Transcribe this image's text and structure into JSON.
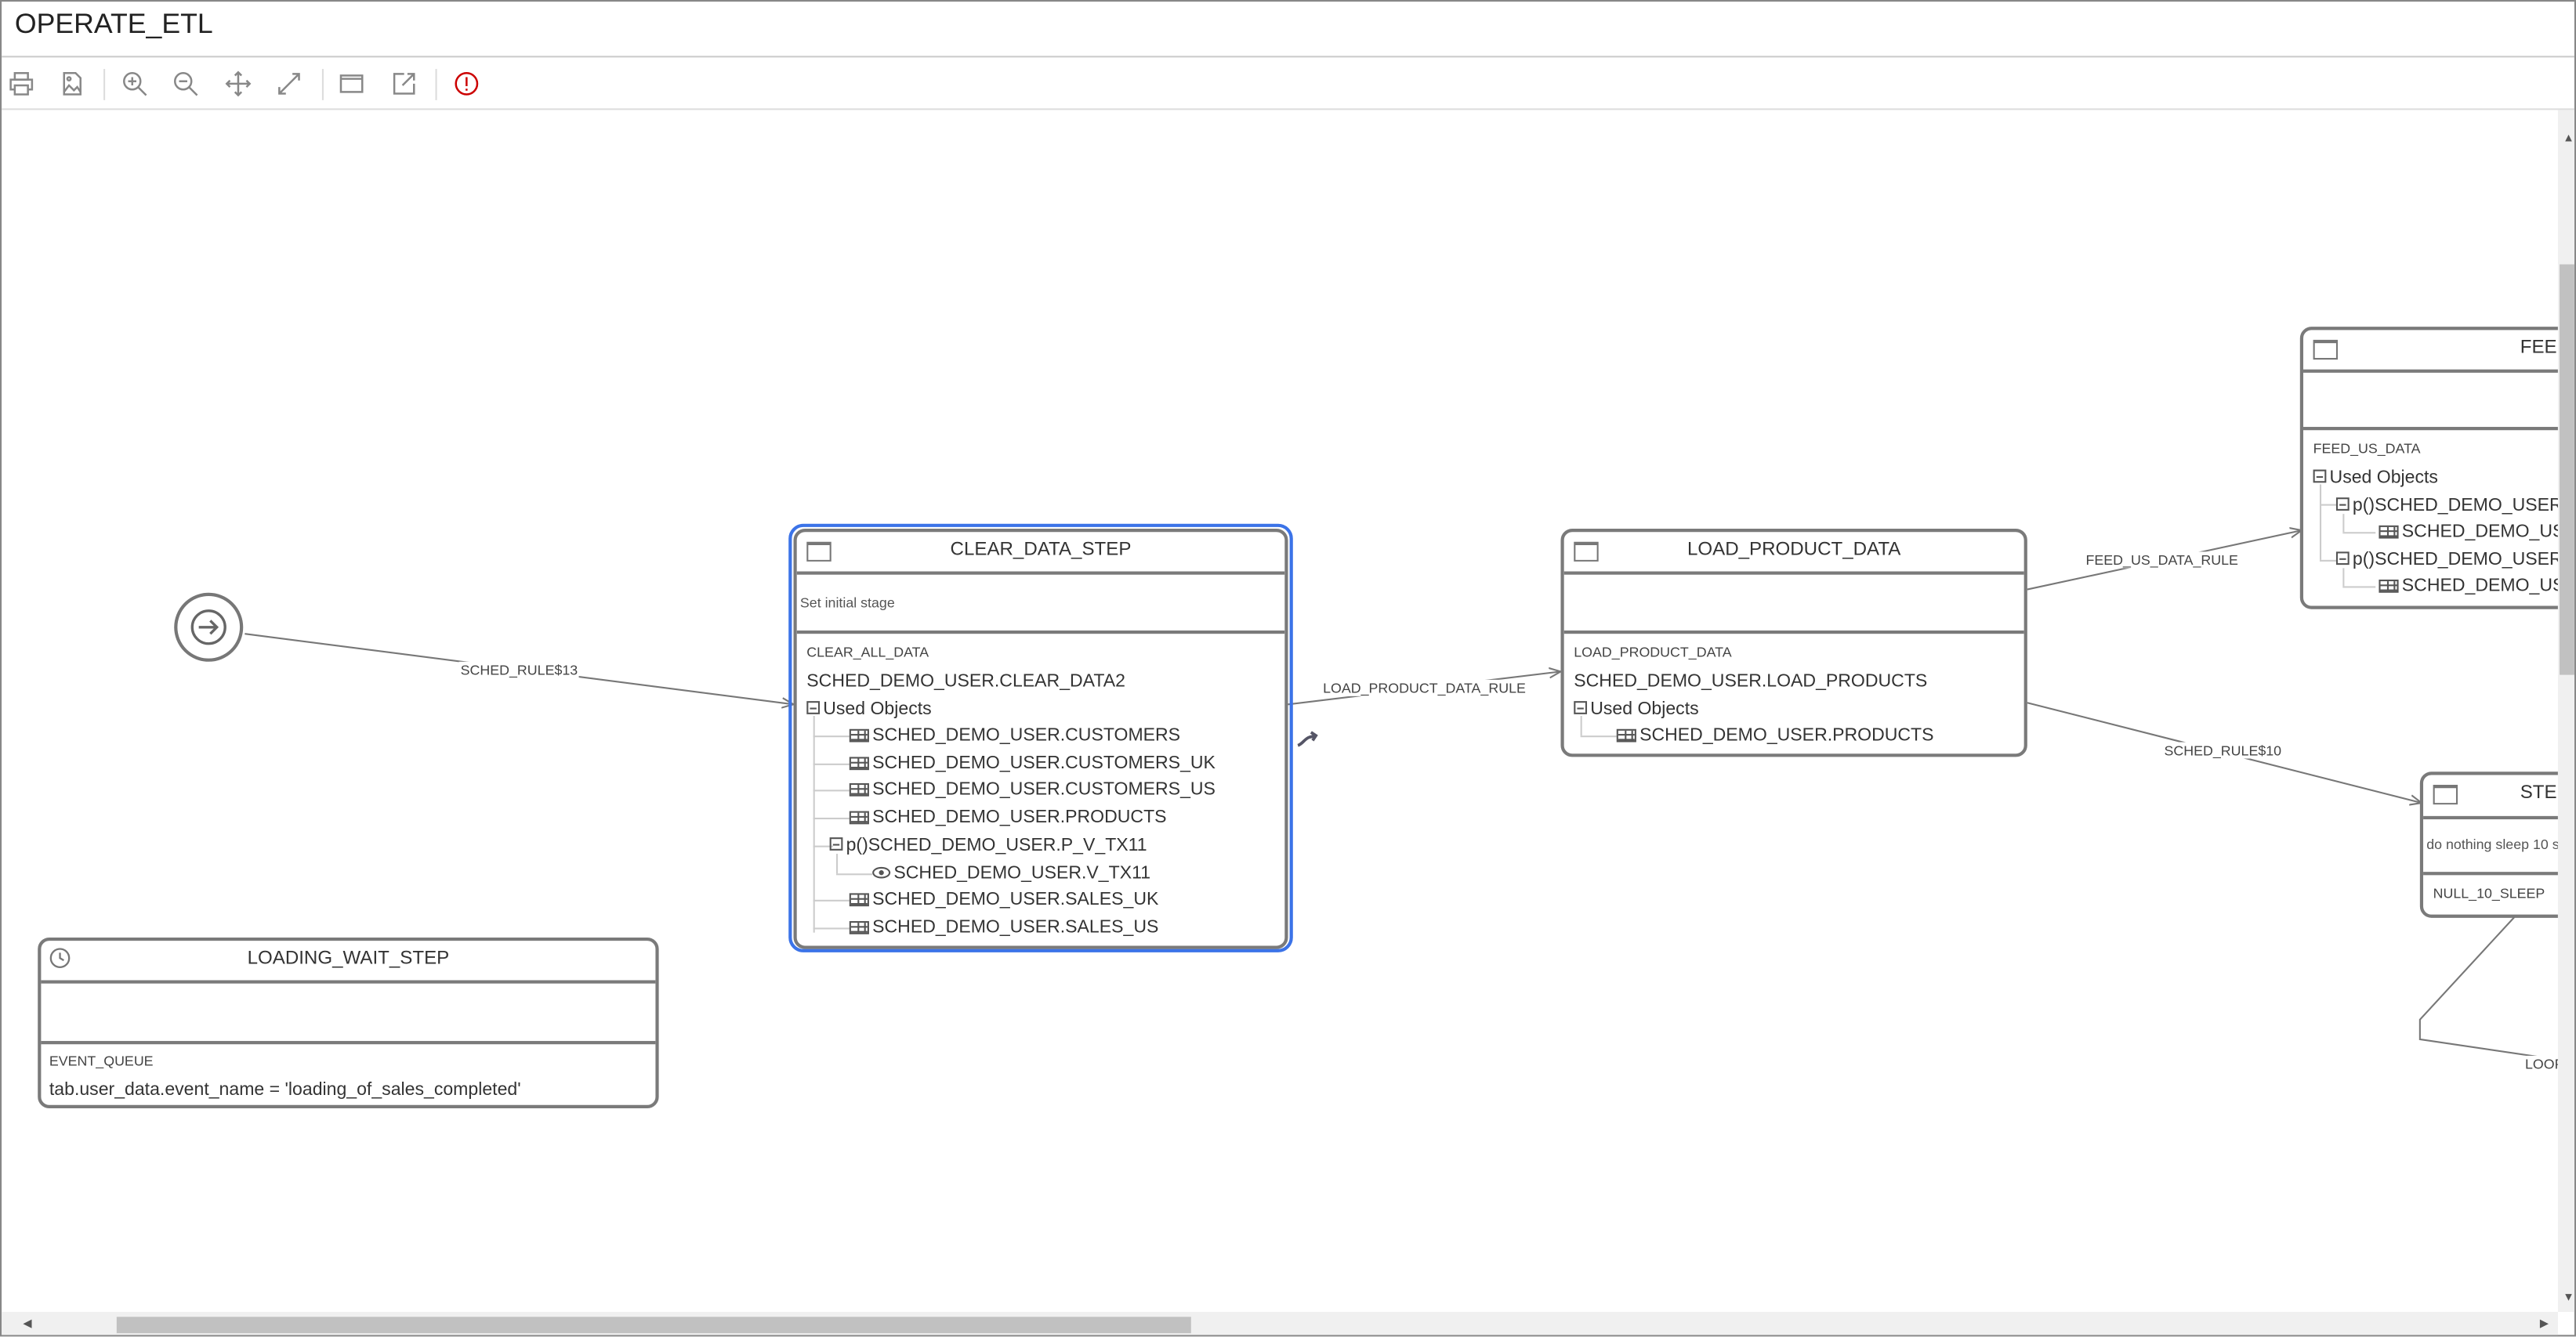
{
  "window": {
    "title": "OPERATE_ETL"
  },
  "toolbar": {
    "items": [
      {
        "icon": "print-icon"
      },
      {
        "icon": "export-image-icon"
      },
      {
        "icon": "zoom-in-icon"
      },
      {
        "icon": "zoom-out-icon"
      },
      {
        "icon": "pan-icon"
      },
      {
        "icon": "fit-icon"
      },
      {
        "icon": "window-icon"
      },
      {
        "icon": "open-external-icon"
      },
      {
        "icon": "alert-icon",
        "color": "#cc0000"
      }
    ]
  },
  "edges": {
    "start_to_clear": "SCHED_RULE$13",
    "clear_to_load": "LOAD_PRODUCT_DATA_RULE",
    "load_to_feed": "FEED_US_DATA_RULE",
    "load_to_step": "SCHED_RULE$10",
    "loop": "LOOP"
  },
  "nodes": {
    "clear": {
      "title": "CLEAR_DATA_STEP",
      "description": "Set initial stage",
      "program": "CLEAR_ALL_DATA",
      "procedure": "SCHED_DEMO_USER.CLEAR_DATA2",
      "used_label": "Used Objects",
      "objects": [
        "SCHED_DEMO_USER.CUSTOMERS",
        "SCHED_DEMO_USER.CUSTOMERS_UK",
        "SCHED_DEMO_USER.CUSTOMERS_US",
        "SCHED_DEMO_USER.PRODUCTS"
      ],
      "package": "p()SCHED_DEMO_USER.P_V_TX11",
      "view": "SCHED_DEMO_USER.V_TX11",
      "objects2": [
        "SCHED_DEMO_USER.SALES_UK",
        "SCHED_DEMO_USER.SALES_US"
      ],
      "selected": true,
      "selection_color": "#3b73e8"
    },
    "load": {
      "title": "LOAD_PRODUCT_DATA",
      "program": "LOAD_PRODUCT_DATA",
      "procedure": "SCHED_DEMO_USER.LOAD_PRODUCTS",
      "used_label": "Used Objects",
      "objects": [
        "SCHED_DEMO_USER.PRODUCTS"
      ]
    },
    "feed": {
      "title": "FEED",
      "program": "FEED_US_DATA",
      "used_label": "Used Objects",
      "pkg1": "p()SCHED_DEMO_USER",
      "tbl1": "SCHED_DEMO_US",
      "pkg2": "p()SCHED_DEMO_USER",
      "tbl2": "SCHED_DEMO_US"
    },
    "step": {
      "title": "STEP",
      "description": "do nothing sleep 10 s",
      "program": "NULL_10_SLEEP"
    },
    "wait": {
      "title": "LOADING_WAIT_STEP",
      "program": "EVENT_QUEUE",
      "condition": "tab.user_data.event_name = 'loading_of_sales_completed'"
    }
  }
}
